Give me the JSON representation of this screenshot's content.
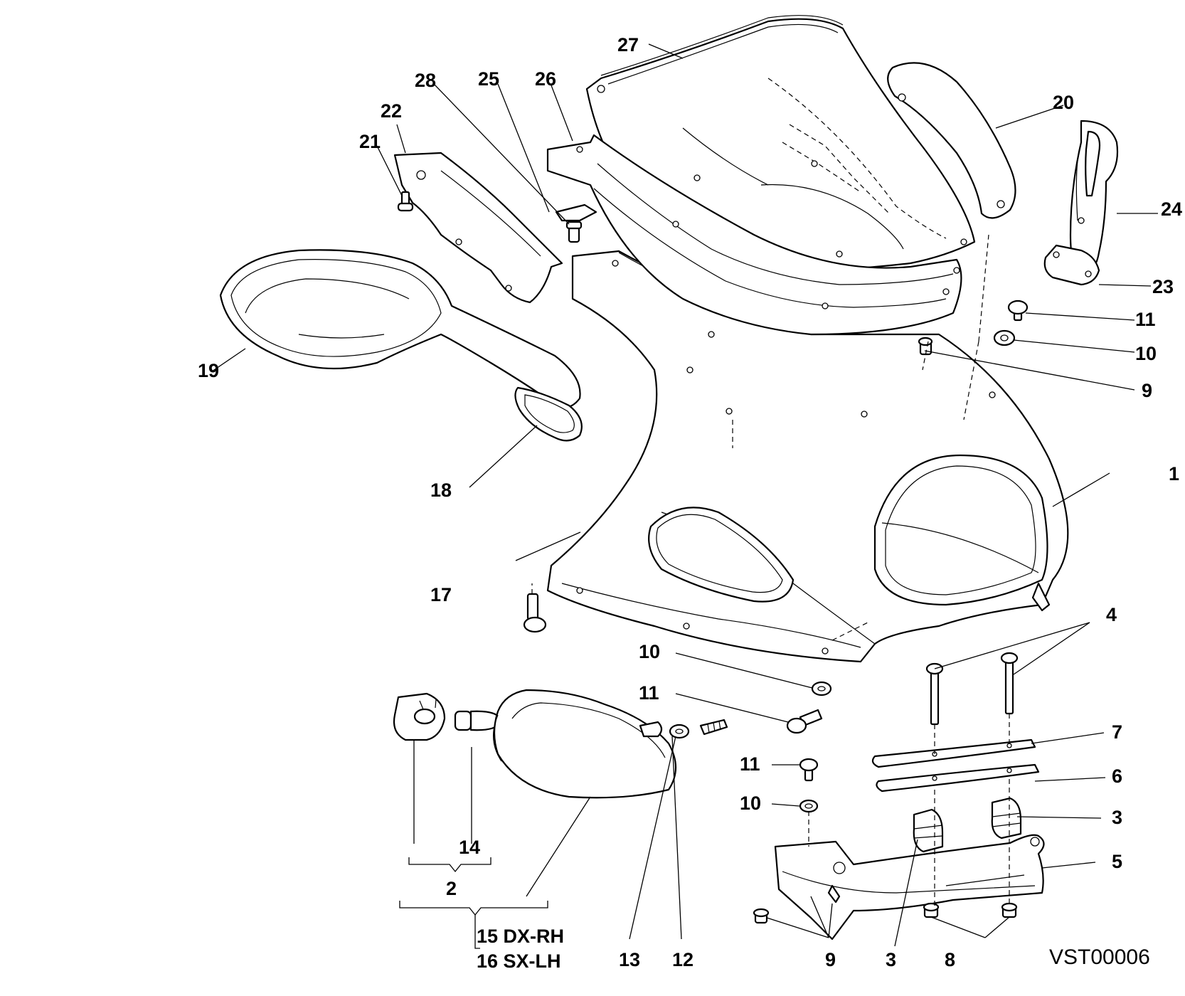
{
  "diagram": {
    "reference_code": "VST00006",
    "callouts": {
      "c1": "1",
      "c2": "2",
      "c3a": "3",
      "c3b": "3",
      "c4": "4",
      "c5": "5",
      "c6": "6",
      "c7": "7",
      "c8": "8",
      "c9a": "9",
      "c9b": "9",
      "c10a": "10",
      "c10b": "10",
      "c10c": "10",
      "c11a": "11",
      "c11b": "11",
      "c11c": "11",
      "c12": "12",
      "c13": "13",
      "c14": "14",
      "c15": "15 DX-RH",
      "c16": "16 SX-LH",
      "c17": "17",
      "c18": "18",
      "c19": "19",
      "c20": "20",
      "c21": "21",
      "c22": "22",
      "c23": "23",
      "c24": "24",
      "c25": "25",
      "c26": "26",
      "c27": "27",
      "c28": "28"
    }
  }
}
